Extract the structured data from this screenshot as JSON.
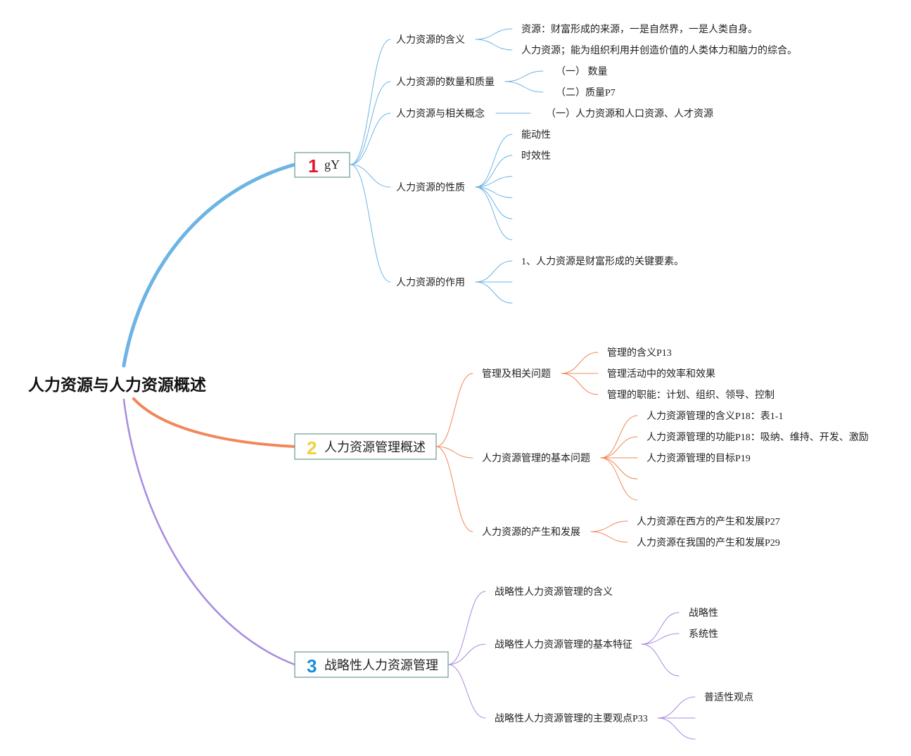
{
  "root": {
    "label": "人力资源与人力资源概述"
  },
  "colors": {
    "branch1": "#6cb4e4",
    "branch2": "#f0885a",
    "branch3": "#a98be0",
    "box_border": "#6a9a94",
    "num1": "#e0162b",
    "num2": "#f3cf3a",
    "num3": "#1b8fdc"
  },
  "branches": [
    {
      "number": "1",
      "label": "gY",
      "children": [
        {
          "label": "人力资源的含义",
          "children": [
            "资源：财富形成的来源，一是自然界，一是人类自身。",
            "人力资源；能为组织利用并创造价值的人类体力和脑力的综合。"
          ]
        },
        {
          "label": "人力资源的数量和质量",
          "children": [
            "（一） 数量",
            "（二）质量P7"
          ]
        },
        {
          "label": "人力资源与相关概念",
          "children": [
            "（一）人力资源和人口资源、人才资源"
          ]
        },
        {
          "label": "人力资源的性质",
          "children": [
            "能动性",
            "时效性",
            "",
            "",
            "",
            ""
          ]
        },
        {
          "label": "人力资源的作用",
          "children": [
            "1、人力资源是财富形成的关键要素。",
            "",
            ""
          ]
        }
      ]
    },
    {
      "number": "2",
      "label": "人力资源管理概述",
      "children": [
        {
          "label": "管理及相关问题",
          "children": [
            "管理的含义P13",
            "管理活动中的效率和效果",
            "管理的职能：计划、组织、领导、控制"
          ]
        },
        {
          "label": "人力资源管理的基本问题",
          "children": [
            "人力资源管理的含义P18：表1-1",
            "人力资源管理的功能P18：吸纳、维持、开发、激励",
            "人力资源管理的目标P19",
            "",
            ""
          ]
        },
        {
          "label": "人力资源的产生和发展",
          "children": [
            "人力资源在西方的产生和发展P27",
            "人力资源在我国的产生和发展P29"
          ]
        }
      ]
    },
    {
      "number": "3",
      "label": "战略性人力资源管理",
      "children": [
        {
          "label": "战略性人力资源管理的含义",
          "children": []
        },
        {
          "label": "战略性人力资源管理的基本特征",
          "children": [
            "战略性",
            "系统性",
            ""
          ]
        },
        {
          "label": "战略性人力资源管理的主要观点P33",
          "children": [
            "普适性观点",
            "",
            ""
          ]
        }
      ]
    }
  ]
}
